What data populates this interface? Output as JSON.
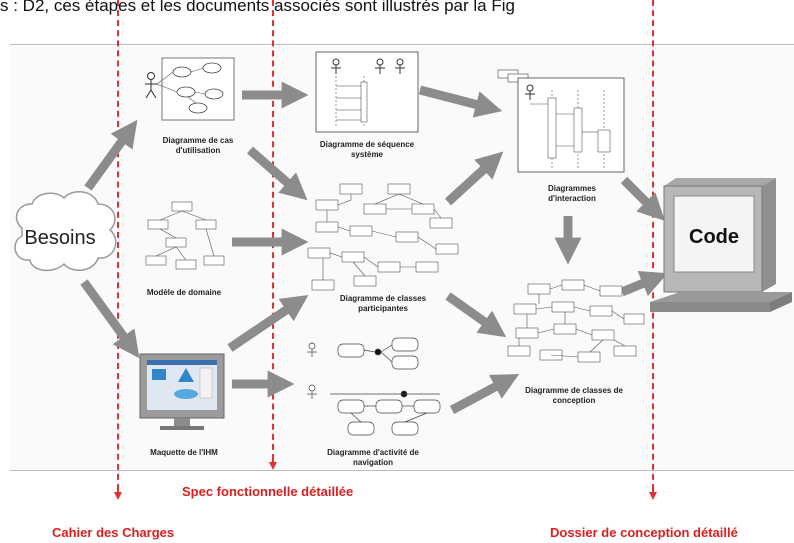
{
  "intro_text": "s : D2, ces étapes et les documents associés sont illustrés par la Fig",
  "nodes": {
    "besoins": "Besoins",
    "code": "Code",
    "uc": "Diagramme de cas d'utilisation",
    "domain": "Modèle de domaine",
    "ihm": "Maquette de l'IHM",
    "seq": "Diagramme de séquence système",
    "participants": "Diagramme de classes participantes",
    "activity": "Diagramme d'activité de navigation",
    "interaction": "Diagrammes d'interaction",
    "conception": "Diagramme de classes de conception"
  },
  "phases": {
    "cahier": "Cahier des Charges",
    "spec": "Spec fonctionnelle détaillée",
    "dossier": "Dossier de conception détaillé"
  },
  "colors": {
    "phase_red": "#d9201f",
    "arrow_gray": "#8c8c8c"
  }
}
